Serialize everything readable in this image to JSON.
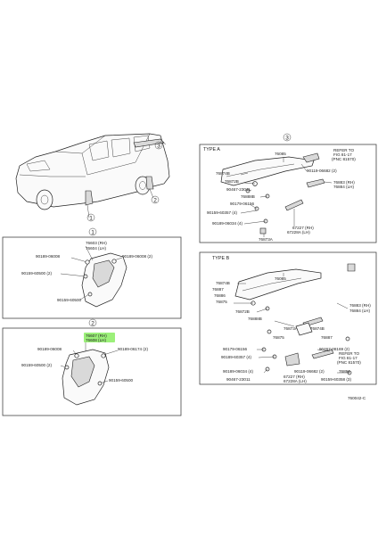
{
  "diagram": {
    "ref_code": "760042-C",
    "callouts": {
      "c1": "1",
      "c2": "2",
      "c3": "3"
    },
    "type_a": "TYPE A",
    "type_b": "TYPE B",
    "mudguard_rear": {
      "part_rh": "76603 (RH)",
      "part_lh": "76604 (LH)",
      "labels": [
        "90189-06008",
        "90189-06008 (2)",
        "90159-60500 (2)",
        "90159-60500"
      ]
    },
    "mudguard_front": {
      "part_rh": "76607 (RH)",
      "part_lh": "76608 (LH)",
      "labels": [
        "90189-06008",
        "90189-06174 (2)",
        "90159-60500 (2)",
        "90159-60500"
      ]
    },
    "spoiler_a": {
      "labels": [
        "76085",
        "76874B",
        "76872B",
        "90467-23011",
        "76888B",
        "90179-06156",
        "90159-60357 (4)",
        "90189-06034 (4)",
        "76873A",
        "76883 (RH)",
        "76884 (LH)",
        "90119-06682 (2)",
        "67227 (RH)",
        "67228A (LH)"
      ],
      "refer_to": [
        "REFER TO",
        "FIG 81-17",
        "(PNC 81570)"
      ]
    },
    "spoiler_b": {
      "labels": [
        "76085",
        "76874B",
        "76887",
        "76886",
        "76875",
        "76872B",
        "76888B",
        "76873A",
        "76874B",
        "76875",
        "76887",
        "90179-06156",
        "90189-60357 (4)",
        "90189-06034 (4)",
        "90467-23011",
        "67227 (RH)",
        "67228A (LH)",
        "76883 (RH)",
        "76884 (LH)",
        "90467-08169 (2)",
        "90119-06682 (2)",
        "76891",
        "90159-60358 (3)"
      ],
      "refer_to": [
        "REFER TO",
        "FIG 81-17",
        "(PNC 81570)"
      ]
    }
  }
}
